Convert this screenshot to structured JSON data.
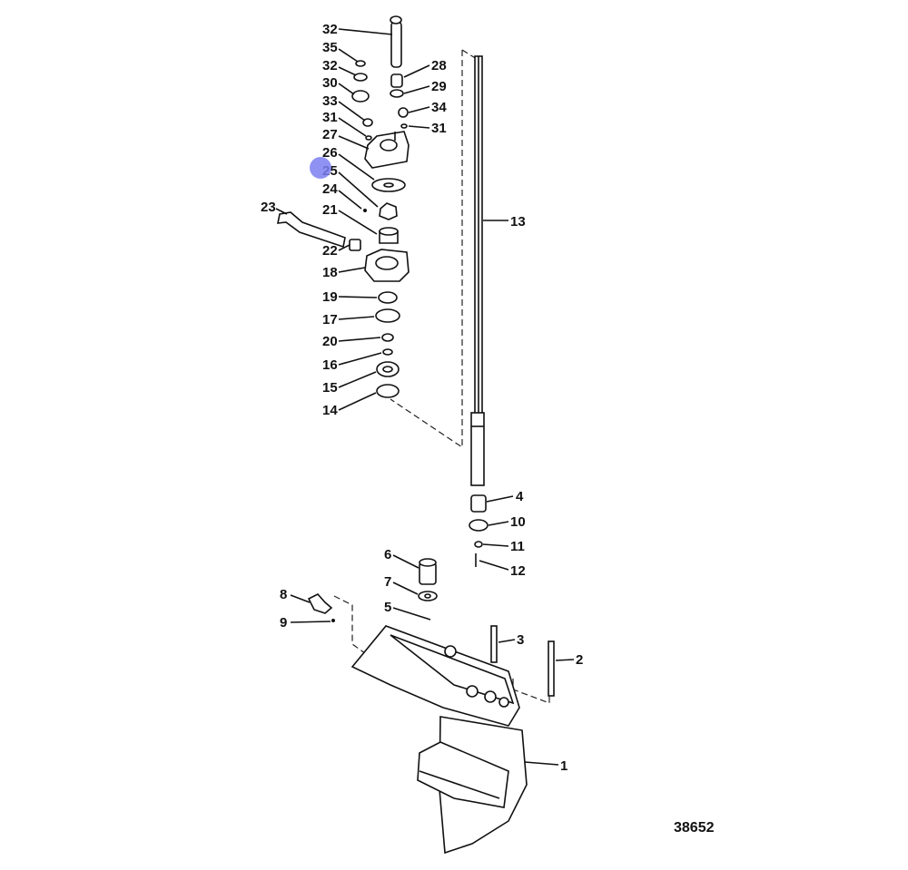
{
  "diagram": {
    "figure_number": "38652",
    "callouts": [
      "1",
      "2",
      "3",
      "4",
      "5",
      "6",
      "7",
      "8",
      "9",
      "10",
      "11",
      "12",
      "13",
      "14",
      "15",
      "16",
      "17",
      "18",
      "19",
      "20",
      "21",
      "22",
      "23",
      "24",
      "25",
      "26",
      "27",
      "28",
      "29",
      "30",
      "31",
      "31",
      "32",
      "32",
      "33",
      "34",
      "35"
    ]
  },
  "colors": {
    "cursor": "#7b7ff0",
    "ink": "#111111",
    "background": "#ffffff"
  }
}
